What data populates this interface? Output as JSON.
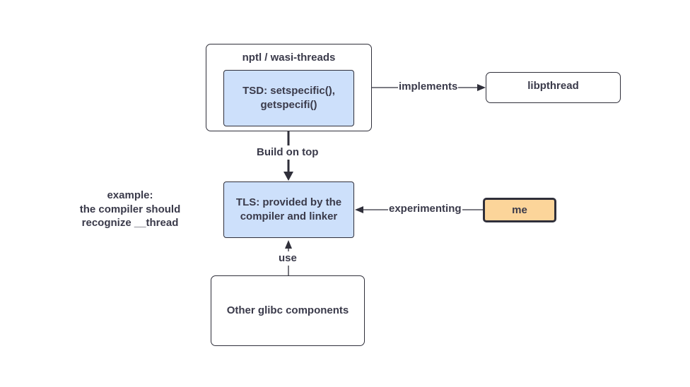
{
  "nodes": {
    "nptl_container": "nptl / wasi-threads",
    "tsd": "TSD: setspecific(), getspecifi()",
    "libpthread": "libpthread",
    "tls": "TLS: provided by the compiler and linker",
    "me": "me",
    "glibc": "Other glibc components"
  },
  "edges": {
    "implements": "implements",
    "build_on_top": "Build on top",
    "experimenting": "experimenting",
    "use": "use"
  },
  "note": {
    "line1": "example:",
    "line2": "the compiler should",
    "line3": "recognize __thread"
  },
  "colors": {
    "blue_fill": "#cde0fb",
    "orange_fill": "#fcd59a",
    "stroke": "#2f2f3a",
    "text": "#3a3a4a"
  }
}
